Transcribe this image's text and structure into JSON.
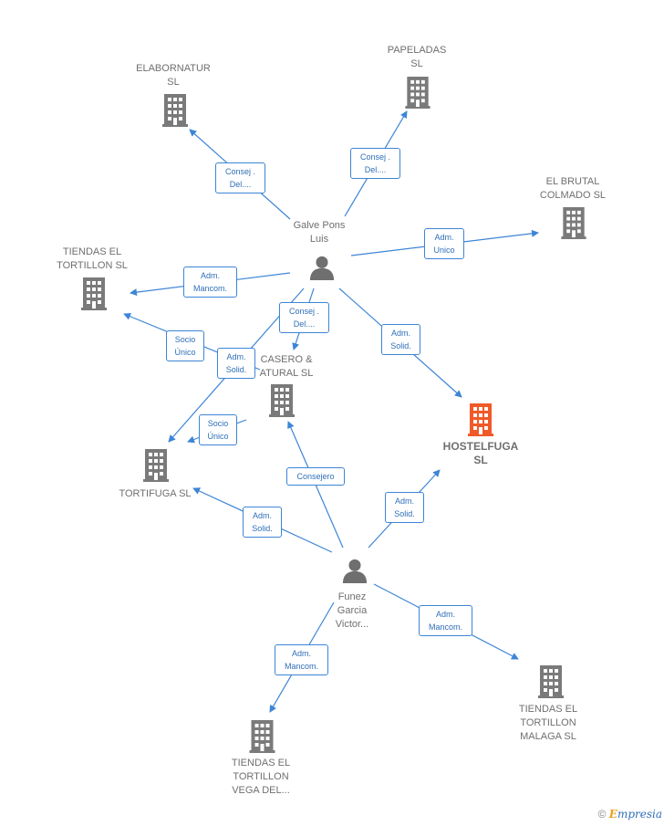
{
  "colors": {
    "edge": "#3d85d6",
    "company": "#7a7a7a",
    "target": "#f05a28",
    "person": "#6f6f6f"
  },
  "companies": {
    "elabornatur": "ELABORNATUR\nSL",
    "papeladas": "PAPELADAS\nSL",
    "el_brutal": "EL BRUTAL\nCOLMADO  SL",
    "tiendas_tortillon": "TIENDAS EL\nTORTILLON  SL",
    "casero_natural": "CASERO &\nATURAL  SL",
    "hostelfuga": "HOSTELFUGA\nSL",
    "tortifuga": "TORTIFUGA  SL",
    "tiendas_malaga": "TIENDAS EL\nTORTILLON\nMALAGA  SL",
    "tiendas_vega": "TIENDAS EL\nTORTILLON\nVEGA DEL..."
  },
  "persons": {
    "galve": "Galve Pons\nLuis",
    "funez": "Funez\nGarcia\nVictor..."
  },
  "relations": {
    "r1": "Consej .\nDel....",
    "r2": "Consej .\nDel....",
    "r3": "Adm.\nUnico",
    "r4": "Adm.\nMancom.",
    "r5": "Consej .\nDel....",
    "r6": "Socio\nÚnico",
    "r7": "Adm.\nSolid.",
    "r8": "Adm.\nSolid.",
    "r9": "Socio\nÚnico",
    "r10": "Consejero",
    "r11": "Adm.\nSolid.",
    "r12": "Adm.\nSolid.",
    "r13": "Adm.\nMancom.",
    "r14": "Adm.\nMancom."
  },
  "footer": {
    "copyright": "©",
    "brand_initial": "E",
    "brand_rest": "mpresia"
  }
}
